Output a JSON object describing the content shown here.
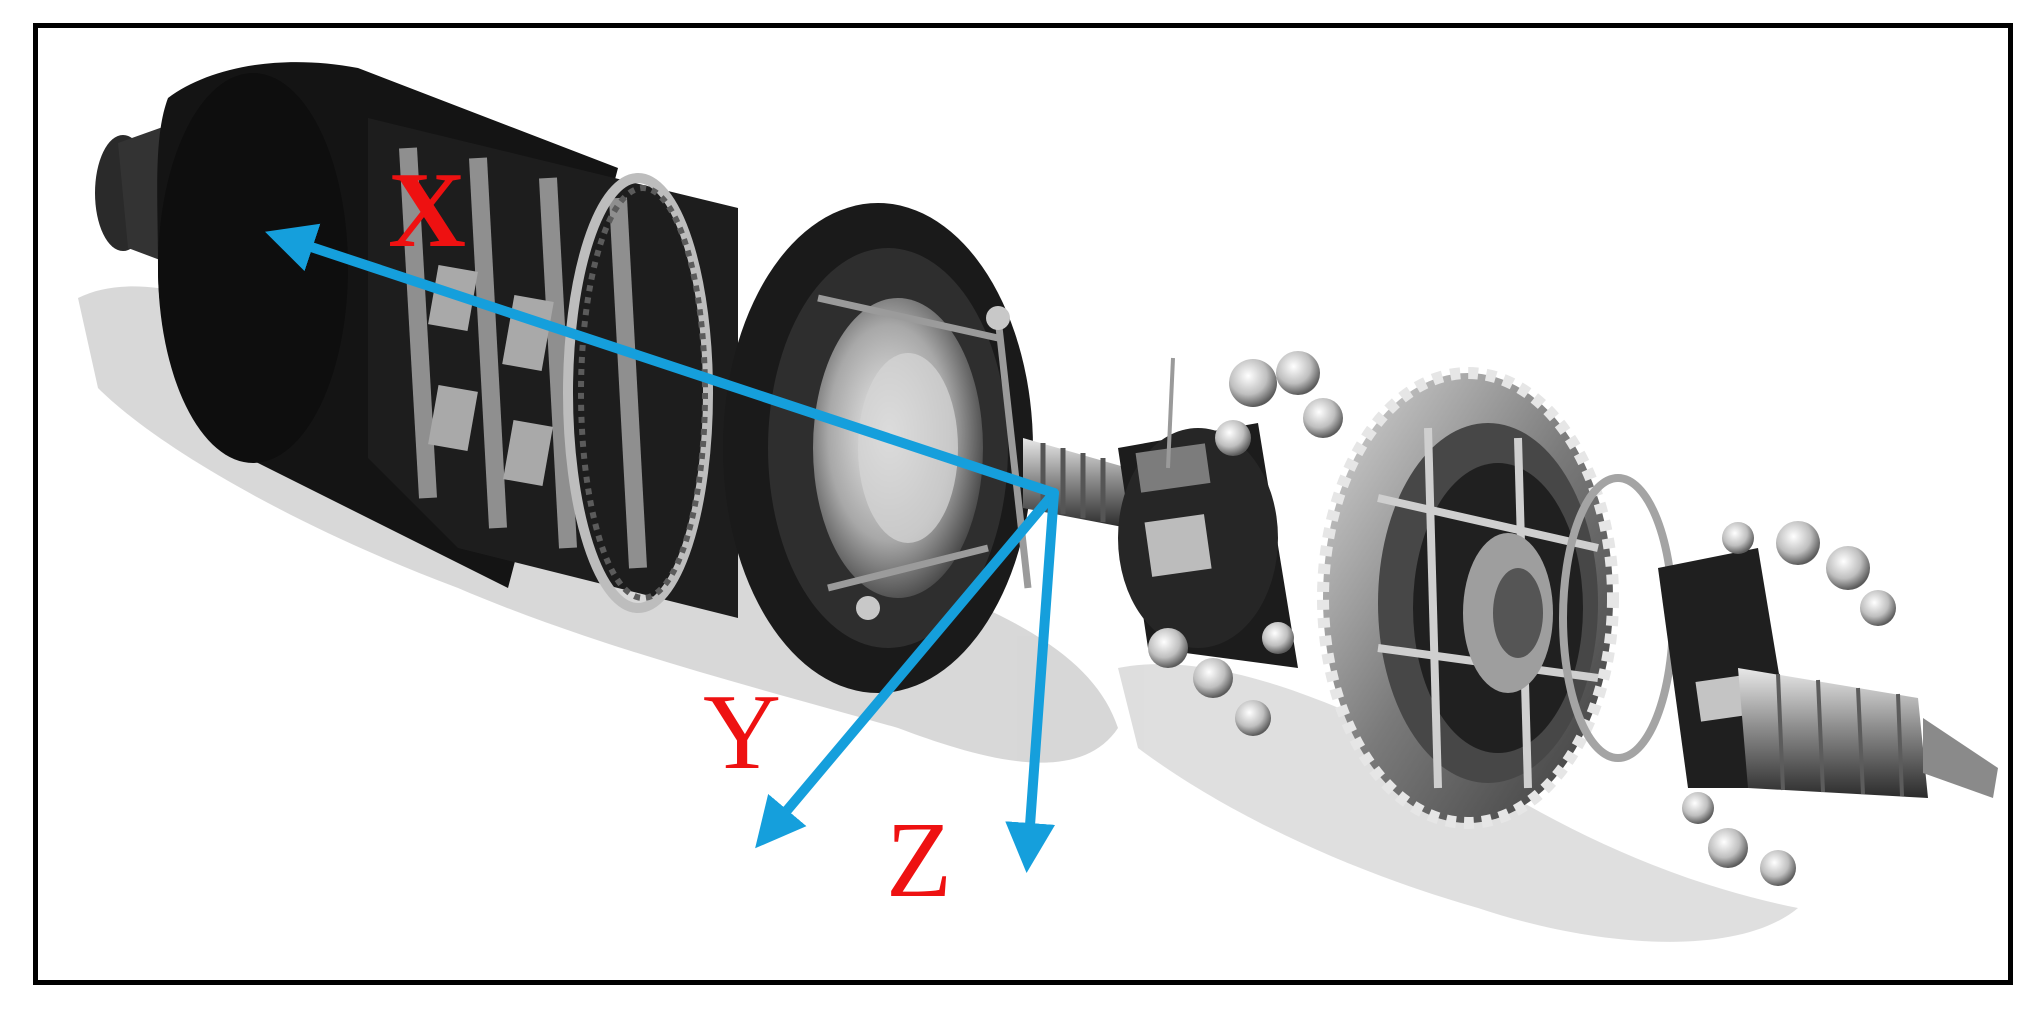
{
  "figure": {
    "axes": {
      "x": {
        "label": "X"
      },
      "y": {
        "label": "Y"
      },
      "z": {
        "label": "Z"
      }
    },
    "colors": {
      "axis_arrow": "#159fdc",
      "axis_label": "#ee1111",
      "frame": "#000000",
      "body_dark": "#141414",
      "metal": "#9a9a9a",
      "shadow": "#bdbdbd"
    }
  }
}
